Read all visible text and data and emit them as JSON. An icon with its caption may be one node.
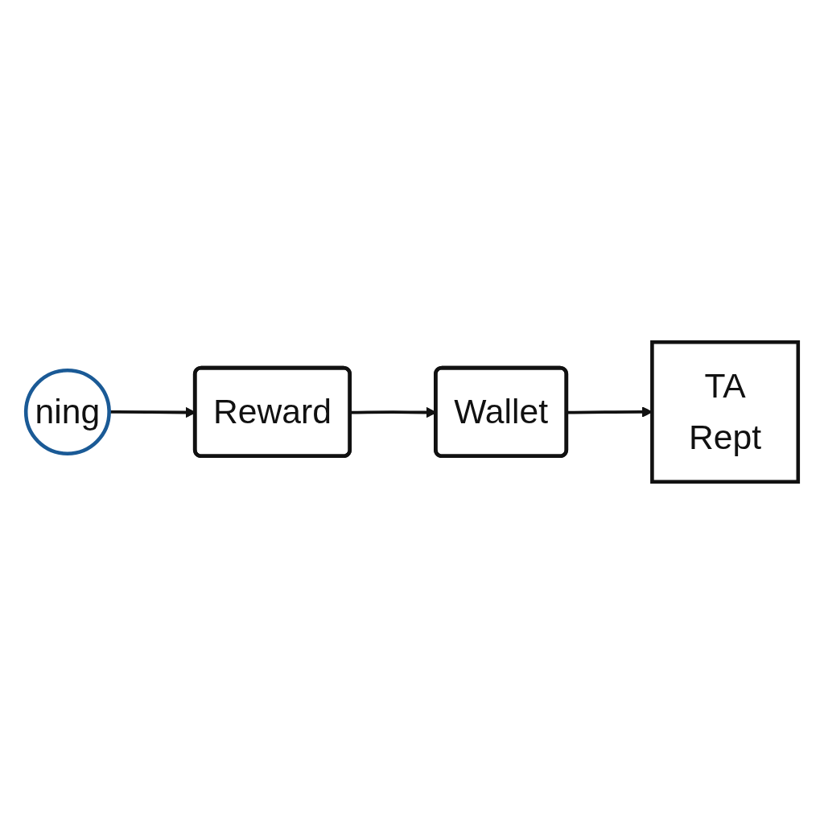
{
  "diagram": {
    "nodes": [
      {
        "text": [
          "ning"
        ]
      },
      {
        "text": [
          "Reward"
        ]
      },
      {
        "text": [
          "Wallet"
        ]
      },
      {
        "text": [
          "TA",
          "Rept"
        ]
      }
    ],
    "edges": [
      {
        "from": 0,
        "to": 1,
        "arrow": "to"
      },
      {
        "from": 1,
        "to": 2,
        "arrow": "to"
      },
      {
        "from": 2,
        "to": 3,
        "arrow": "to"
      }
    ]
  }
}
